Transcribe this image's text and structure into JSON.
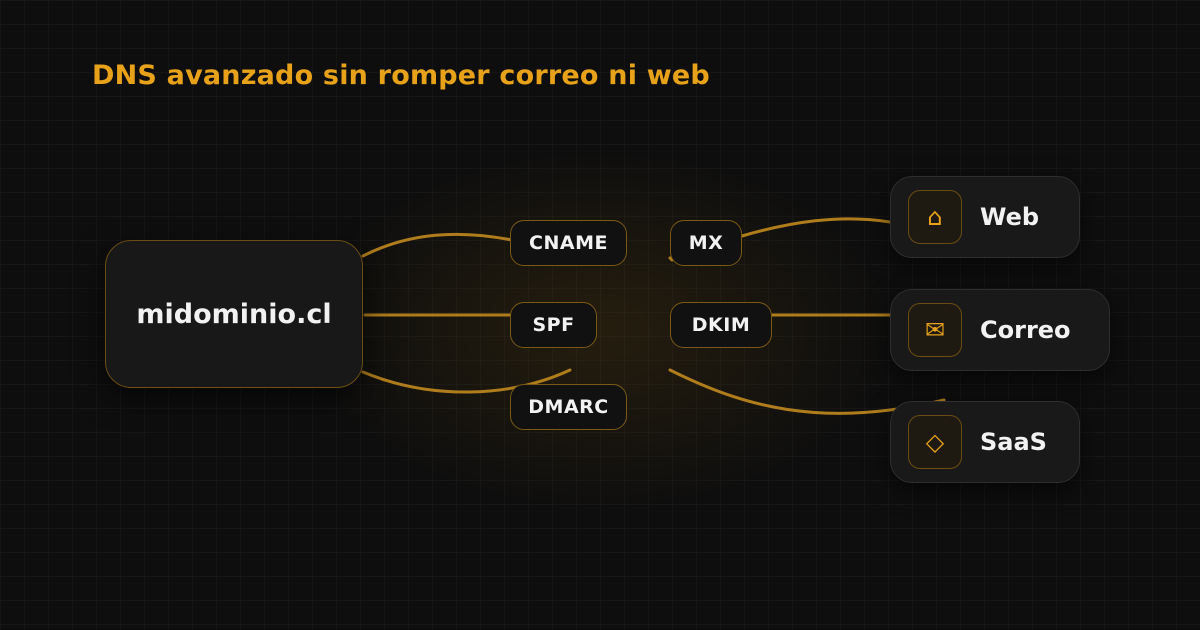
{
  "title": "DNS avanzado sin romper correo ni web",
  "domain": "midominio.cl",
  "records": {
    "cname": "CNAME",
    "spf": "SPF",
    "dmarc": "DMARC",
    "mx": "MX",
    "dkim": "DKIM"
  },
  "services": [
    {
      "label": "Web",
      "icon": "house-icon",
      "glyph": "⌂"
    },
    {
      "label": "Correo",
      "icon": "envelope-icon",
      "glyph": "✉"
    },
    {
      "label": "SaaS",
      "icon": "diamond-icon",
      "glyph": "◇"
    }
  ],
  "colors": {
    "accent": "#e8a21a",
    "background": "#0e0e0e",
    "text": "#f2f2f2"
  }
}
